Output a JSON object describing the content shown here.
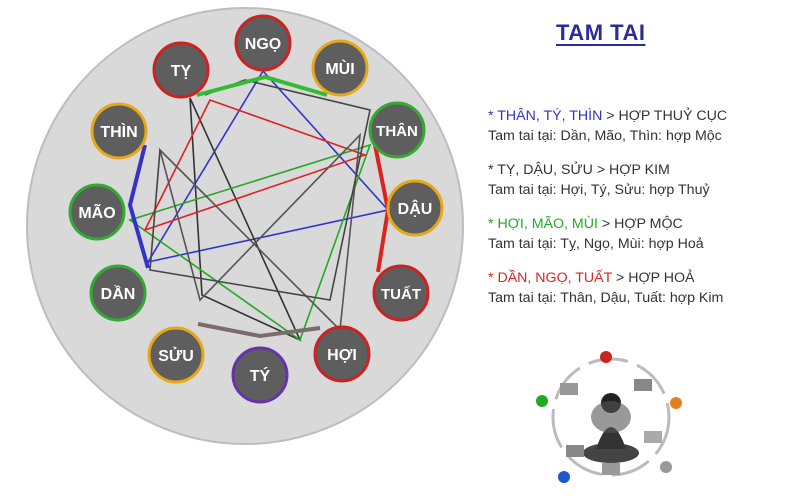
{
  "title": "TAM TAI",
  "signs": {
    "ngo": "NGỌ",
    "mui": "MÙI",
    "than": "THÂN",
    "dau": "DẬU",
    "tuat": "TUẤT",
    "hoi": "HỢI",
    "ty_chuot": "TÝ",
    "suu": "SỬU",
    "dan": "DẦN",
    "mao": "MÃO",
    "thin": "THÌN",
    "ty_ran": "TỴ"
  },
  "rules": [
    {
      "head_colored": "* THÂN, TÝ, THÌN",
      "head_rest": " > HỢP THUỶ CỤC",
      "sub": "Tam tai tại: Dần, Mão, Thìn: hợp Mộc",
      "color": "#3333cc"
    },
    {
      "head_colored": "* TỴ, DẬU, SỬU",
      "head_rest": " > HỢP KIM",
      "sub": "Tam tai tại: Hợi, Tý, Sửu: hợp Thuỷ",
      "color": "#333333"
    },
    {
      "head_colored": "* HỢI, MÃO, MÙI",
      "head_rest": " > HỢP MỘC",
      "sub": "Tam tai tại: Tỵ, Ngọ, Mùi: hợp Hoả",
      "color": "#22aa22"
    },
    {
      "head_colored": "* DẦN, NGỌ, TUẤT",
      "head_rest": " > HỢP HOẢ",
      "sub": "Tam tai tại: Thân, Dậu, Tuất: hợp Kim",
      "color": "#dd2222"
    }
  ],
  "colors": {
    "wheel_bg": "#d9d9d9",
    "badge_fill": "#5e5e5e",
    "thuy": "#3333cc",
    "kim": "#333333",
    "moc": "#22aa22",
    "hoa": "#dd2222",
    "ring_red": "#cc2222",
    "ring_orange": "#e6a817",
    "ring_green": "#33aa33",
    "ring_purple": "#6633aa"
  }
}
